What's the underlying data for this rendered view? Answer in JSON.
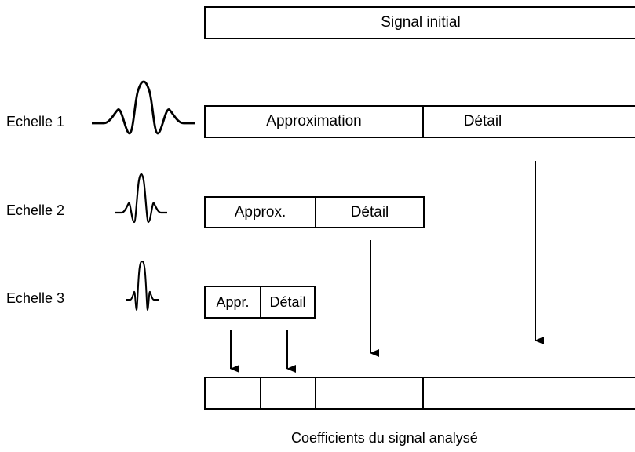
{
  "diagram": {
    "signal_initial": "Signal initial",
    "scales": [
      {
        "label": "Echelle 1",
        "approx_label": "Approximation",
        "detail_label": "Détail"
      },
      {
        "label": "Echelle 2",
        "approx_label": "Approx.",
        "detail_label": "Détail"
      },
      {
        "label": "Echelle 3",
        "approx_label": "Appr.",
        "detail_label": "Détail"
      }
    ],
    "caption": "Coefficients du signal analysé",
    "wavelet_icon": "wavelet-icon",
    "arrow_icon": "arrow-down-icon"
  }
}
